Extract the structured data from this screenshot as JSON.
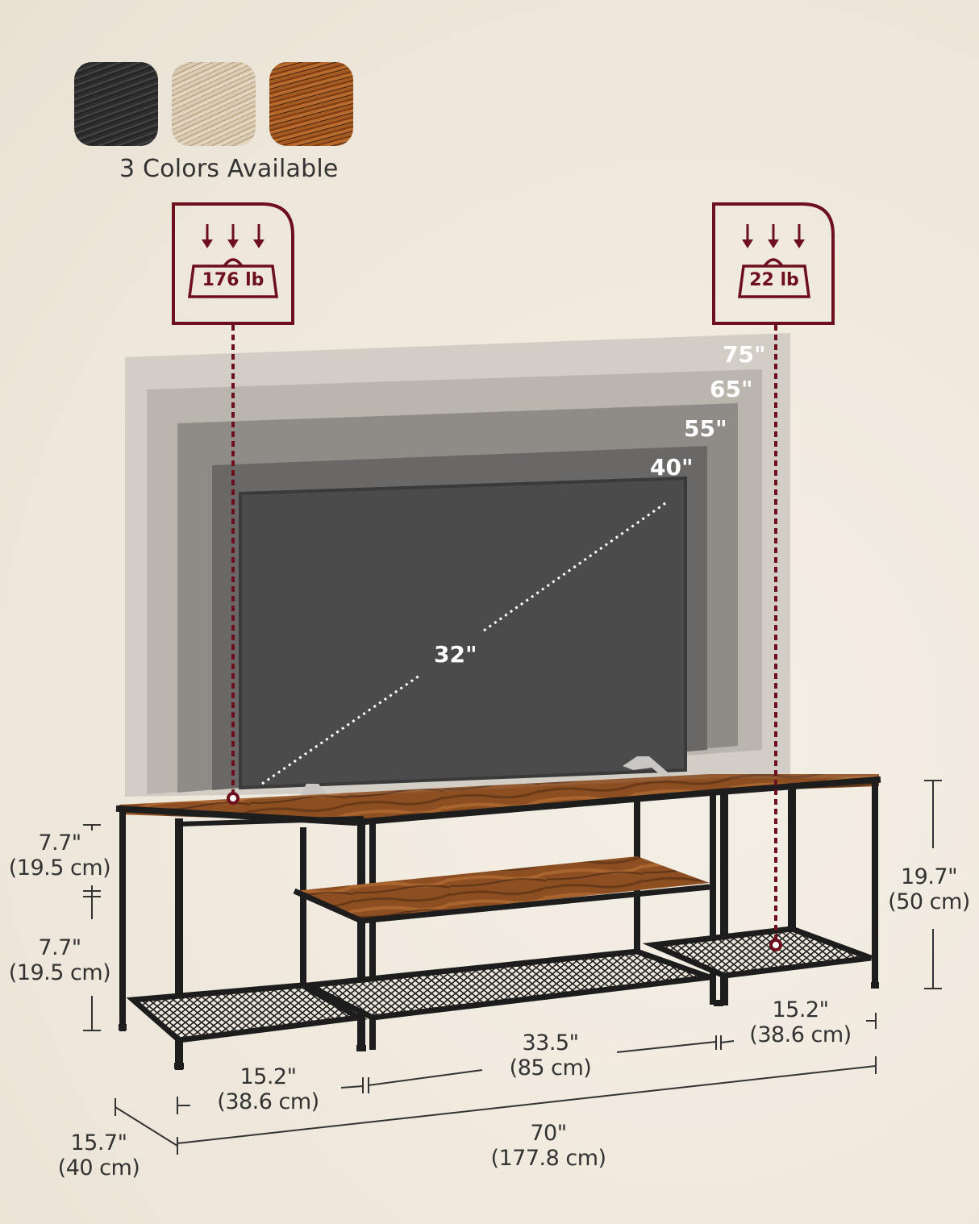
{
  "colors": {
    "label": "3 Colors Available",
    "swatches": [
      {
        "name": "ink-black",
        "hex": "#2e2e2e"
      },
      {
        "name": "greige",
        "hex": "#d2c3aa"
      },
      {
        "name": "rustic-brown",
        "hex": "#9b5421"
      }
    ]
  },
  "load_capacity": {
    "top": {
      "value": "176 lb",
      "icon": "weight-load-icon"
    },
    "side_bottom": {
      "value": "22 lb",
      "icon": "weight-load-icon"
    },
    "accent": "#6e0f1f"
  },
  "tv_sizes": [
    "75\"",
    "65\"",
    "55\"",
    "40\"",
    "32\""
  ],
  "dimensions": {
    "shelf_gap_upper": {
      "in": "7.7\"",
      "cm": "(19.5 cm)"
    },
    "shelf_gap_lower": {
      "in": "7.7\"",
      "cm": "(19.5 cm)"
    },
    "height": {
      "in": "19.7\"",
      "cm": "(50 cm)"
    },
    "side_width_right": {
      "in": "15.2\"",
      "cm": "(38.6 cm)"
    },
    "middle_width": {
      "in": "33.5\"",
      "cm": "(85 cm)"
    },
    "side_width_left": {
      "in": "15.2\"",
      "cm": "(38.6 cm)"
    },
    "depth": {
      "in": "15.7\"",
      "cm": "(40 cm)"
    },
    "total_width": {
      "in": "70\"",
      "cm": "(177.8 cm)"
    }
  }
}
